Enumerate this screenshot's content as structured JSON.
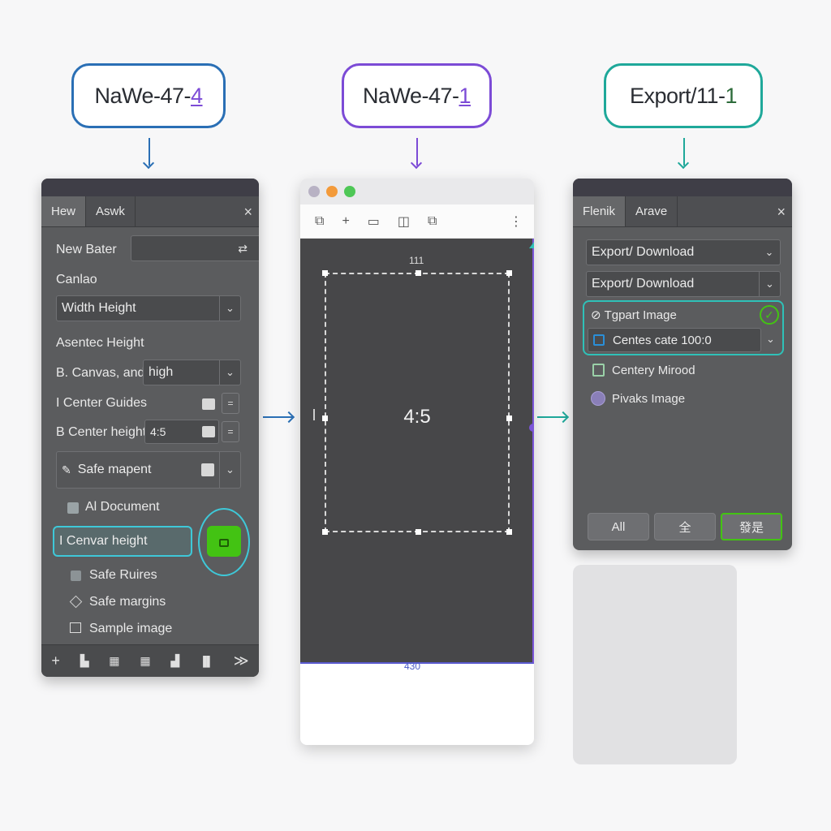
{
  "steps": [
    {
      "text_main": "NaWe-47-",
      "text_acc": "4",
      "color": "#2a6fb5"
    },
    {
      "text_main": "NaWe-47-",
      "text_acc": "1",
      "color": "#7c4bd6"
    },
    {
      "text_main": "Export/11-",
      "text_acc": "1",
      "color": "#1fa89a"
    }
  ],
  "left_panel": {
    "tabs": [
      "Hew",
      "Aswk"
    ],
    "close_glyph": "×",
    "rows": {
      "new_bater": "New Bater",
      "canvas_label": "Canlao",
      "width_height": "Width Height",
      "asentec_height": "Asentec Height",
      "canvas_and_label": "B. Canvas, and",
      "canvas_and_value": "high",
      "center_guides": "I Center Guides",
      "center_height_label": "B Center height",
      "center_height_value": "4:5",
      "safe_mapent": "Safe mapent",
      "al_document": "Al Document",
      "cenvar_height": "I Cenvar height",
      "safe_ruires": "Safe Ruires",
      "safe_margins": "Safe margins",
      "sample_image": "Sample image"
    },
    "footer_icons": [
      "plus-icon",
      "crop-icon",
      "grid-icon",
      "grid-small-icon",
      "import-icon",
      "split-icon",
      "collapse-icon"
    ],
    "footer_glyphs": [
      "+",
      "▙",
      "▦",
      "▦",
      "▟",
      "▐▌",
      "≫"
    ],
    "accent_highlight": "#3ec8d8",
    "lock_color": "#43c313"
  },
  "canvas_window": {
    "toolbar_glyphs": [
      "⧉",
      "+",
      "▭",
      "◫",
      "⧉",
      "⋮"
    ],
    "ratio": "4:5",
    "top_label": "111",
    "bottom_label": "430"
  },
  "right_panel": {
    "tabs": [
      "Flenik",
      "Arave"
    ],
    "close_glyph": "×",
    "select1": "Export/ Download",
    "select2": "Export/ Download",
    "option_target": "Tgpart Image",
    "option_centes": "Centes cate 100:0",
    "option_centery": "Centery Mirood",
    "option_pivaks": "Pivaks Image",
    "buttons": [
      "All",
      "全",
      "發是"
    ],
    "accent": "#2fc1b8"
  }
}
